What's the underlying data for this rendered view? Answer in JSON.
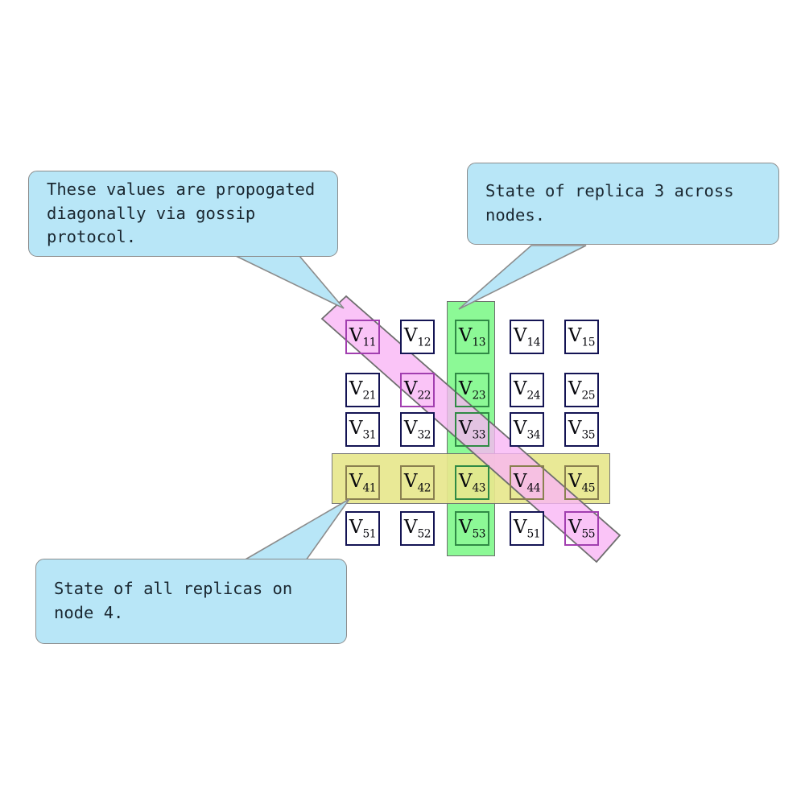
{
  "diagram": {
    "title": "Replica state grid with gossip propagation",
    "colors": {
      "callout_fill": "#b8e6f7",
      "callout_border": "#8c8c8c",
      "cell_border": "#141454",
      "green_band": "#8cf996",
      "green_border": "#2f8a45",
      "yellow_band": "#e8e88e",
      "yellow_border": "#8a8050",
      "pink_band": "#f9b5f5",
      "pink_border": "#a23fb0",
      "band_outline": "#6e6e6e",
      "background": "#ffffff"
    }
  },
  "callouts": [
    {
      "id": "gossip",
      "text": "These values are propogated\ndiagonally via gossip protocol.",
      "points_to": "V11"
    },
    {
      "id": "replica3",
      "text": "State of replica 3 across nodes.",
      "points_to": "column-3"
    },
    {
      "id": "node4",
      "text": "State of all replicas on node 4.",
      "points_to": "row-4"
    }
  ],
  "grid": {
    "rows": 5,
    "cols": 5,
    "cells": [
      [
        {
          "base": "V",
          "sub": "11",
          "highlight": "pink"
        },
        {
          "base": "V",
          "sub": "12",
          "highlight": "none"
        },
        {
          "base": "V",
          "sub": "13",
          "highlight": "green"
        },
        {
          "base": "V",
          "sub": "14",
          "highlight": "none"
        },
        {
          "base": "V",
          "sub": "15",
          "highlight": "none"
        }
      ],
      [
        {
          "base": "V",
          "sub": "21",
          "highlight": "none"
        },
        {
          "base": "V",
          "sub": "22",
          "highlight": "pink"
        },
        {
          "base": "V",
          "sub": "23",
          "highlight": "green"
        },
        {
          "base": "V",
          "sub": "24",
          "highlight": "none"
        },
        {
          "base": "V",
          "sub": "25",
          "highlight": "none"
        }
      ],
      [
        {
          "base": "V",
          "sub": "31",
          "highlight": "none"
        },
        {
          "base": "V",
          "sub": "32",
          "highlight": "none"
        },
        {
          "base": "V",
          "sub": "33",
          "highlight": "pink-green"
        },
        {
          "base": "V",
          "sub": "34",
          "highlight": "none"
        },
        {
          "base": "V",
          "sub": "35",
          "highlight": "none"
        }
      ],
      [
        {
          "base": "V",
          "sub": "41",
          "highlight": "yellow"
        },
        {
          "base": "V",
          "sub": "42",
          "highlight": "yellow"
        },
        {
          "base": "V",
          "sub": "43",
          "highlight": "yellow-green"
        },
        {
          "base": "V",
          "sub": "44",
          "highlight": "yellow-pink"
        },
        {
          "base": "V",
          "sub": "45",
          "highlight": "yellow"
        }
      ],
      [
        {
          "base": "V",
          "sub": "51",
          "highlight": "none"
        },
        {
          "base": "V",
          "sub": "52",
          "highlight": "none"
        },
        {
          "base": "V",
          "sub": "53",
          "highlight": "green"
        },
        {
          "base": "V",
          "sub": "51",
          "highlight": "none"
        },
        {
          "base": "V",
          "sub": "55",
          "highlight": "pink"
        }
      ]
    ]
  },
  "bands": {
    "green": {
      "label": "replica-3-column",
      "covers": "column 3"
    },
    "yellow": {
      "label": "node-4-row",
      "covers": "row 4"
    },
    "pink": {
      "label": "gossip-diagonal",
      "covers": "main diagonal"
    }
  }
}
